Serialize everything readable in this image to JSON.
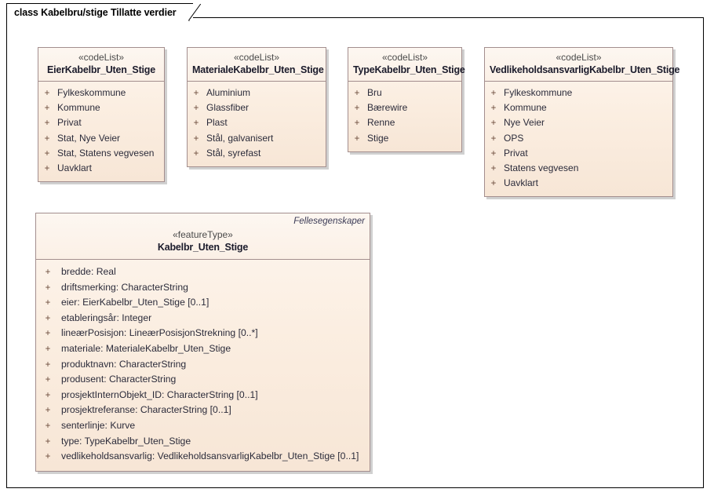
{
  "diagram": {
    "frame_label": "class Kabelbru/stige Tillatte verdier",
    "accent_border": "#a38e8e",
    "fill_light": "#fdf6ef",
    "fill_dark": "#f7e6d6"
  },
  "classes": [
    {
      "id": "eier",
      "stereotype": "«codeList»",
      "name": "EierKabelbr_Uten_Stige",
      "package": "",
      "attributes": [
        {
          "visibility": "+",
          "text": "Fylkeskommune"
        },
        {
          "visibility": "+",
          "text": "Kommune"
        },
        {
          "visibility": "+",
          "text": "Privat"
        },
        {
          "visibility": "+",
          "text": "Stat, Nye Veier"
        },
        {
          "visibility": "+",
          "text": "Stat, Statens vegvesen"
        },
        {
          "visibility": "+",
          "text": "Uavklart"
        }
      ]
    },
    {
      "id": "materiale",
      "stereotype": "«codeList»",
      "name": "MaterialeKabelbr_Uten_Stige",
      "package": "",
      "attributes": [
        {
          "visibility": "+",
          "text": "Aluminium"
        },
        {
          "visibility": "+",
          "text": "Glassfiber"
        },
        {
          "visibility": "+",
          "text": "Plast"
        },
        {
          "visibility": "+",
          "text": "Stål, galvanisert"
        },
        {
          "visibility": "+",
          "text": "Stål, syrefast"
        }
      ]
    },
    {
      "id": "type",
      "stereotype": "«codeList»",
      "name": "TypeKabelbr_Uten_Stige",
      "package": "",
      "attributes": [
        {
          "visibility": "+",
          "text": "Bru"
        },
        {
          "visibility": "+",
          "text": "Bærewire"
        },
        {
          "visibility": "+",
          "text": "Renne"
        },
        {
          "visibility": "+",
          "text": "Stige"
        }
      ]
    },
    {
      "id": "vedlikeholdsansvarlig",
      "stereotype": "«codeList»",
      "name": "VedlikeholdsansvarligKabelbr_Uten_Stige",
      "package": "",
      "attributes": [
        {
          "visibility": "+",
          "text": "Fylkeskommune"
        },
        {
          "visibility": "+",
          "text": "Kommune"
        },
        {
          "visibility": "+",
          "text": "Nye Veier"
        },
        {
          "visibility": "+",
          "text": "OPS"
        },
        {
          "visibility": "+",
          "text": "Privat"
        },
        {
          "visibility": "+",
          "text": "Statens vegvesen"
        },
        {
          "visibility": "+",
          "text": "Uavklart"
        }
      ]
    },
    {
      "id": "feature",
      "stereotype": "«featureType»",
      "name": "Kabelbr_Uten_Stige",
      "package": "Fellesegenskaper",
      "attributes": [
        {
          "visibility": "+",
          "text": "bredde: Real"
        },
        {
          "visibility": "+",
          "text": "driftsmerking: CharacterString"
        },
        {
          "visibility": "+",
          "text": "eier: EierKabelbr_Uten_Stige [0..1]"
        },
        {
          "visibility": "+",
          "text": "etableringsår: Integer"
        },
        {
          "visibility": "+",
          "text": "lineærPosisjon: LineærPosisjonStrekning [0..*]"
        },
        {
          "visibility": "+",
          "text": "materiale: MaterialeKabelbr_Uten_Stige"
        },
        {
          "visibility": "+",
          "text": "produktnavn: CharacterString"
        },
        {
          "visibility": "+",
          "text": "produsent: CharacterString"
        },
        {
          "visibility": "+",
          "text": "prosjektInternObjekt_ID: CharacterString [0..1]"
        },
        {
          "visibility": "+",
          "text": "prosjektreferanse: CharacterString [0..1]"
        },
        {
          "visibility": "+",
          "text": "senterlinje: Kurve"
        },
        {
          "visibility": "+",
          "text": "type: TypeKabelbr_Uten_Stige"
        },
        {
          "visibility": "+",
          "text": "vedlikeholdsansvarlig: VedlikeholdsansvarligKabelbr_Uten_Stige [0..1]"
        }
      ]
    }
  ]
}
